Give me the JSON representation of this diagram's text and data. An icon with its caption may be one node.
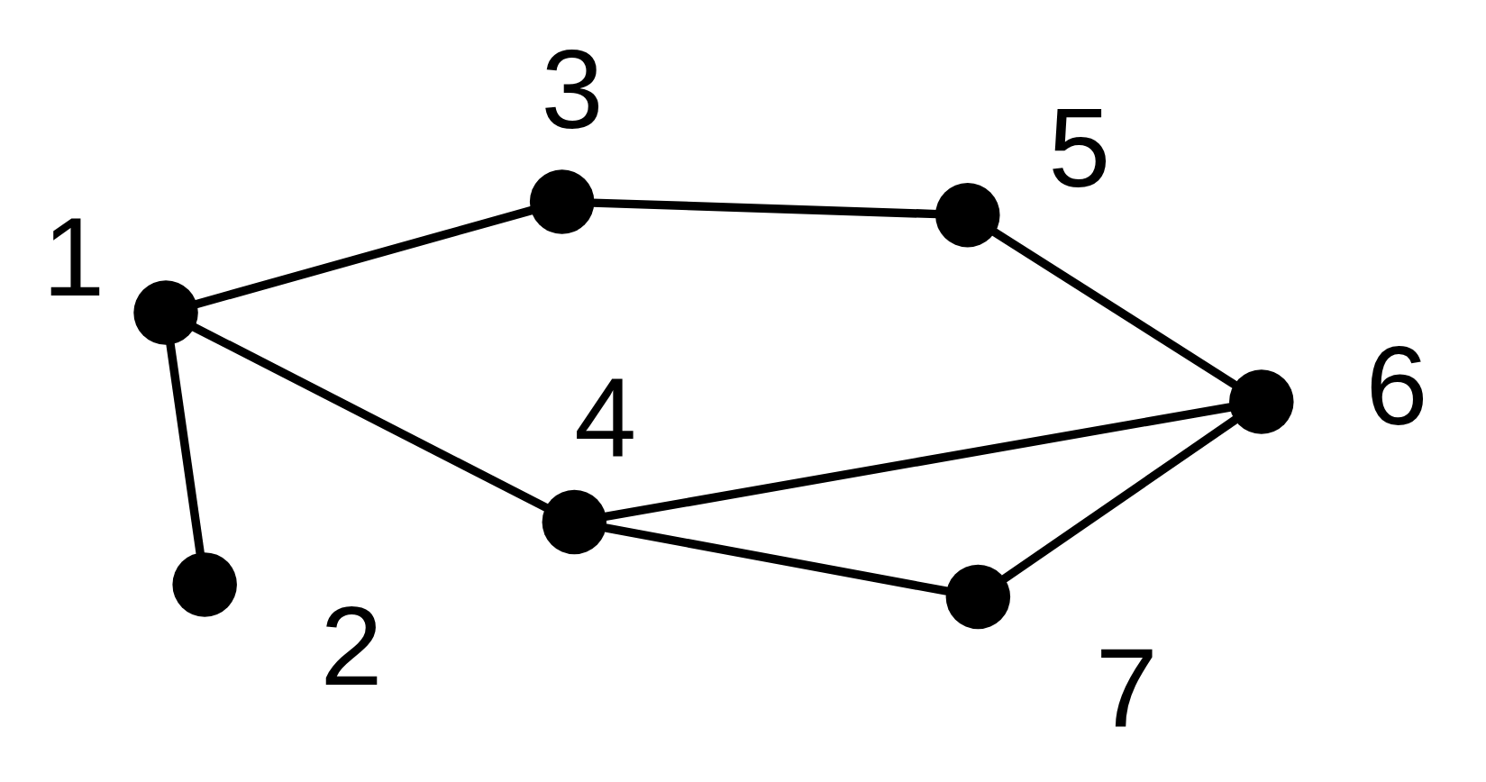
{
  "diagram": {
    "nodes": [
      {
        "text": [],
        "shape": "circle",
        "beside": [
          "1"
        ]
      },
      {
        "text": [],
        "shape": "circle",
        "beside": [
          "2"
        ]
      },
      {
        "text": [],
        "shape": "circle",
        "beside": [
          "3"
        ]
      },
      {
        "text": [],
        "shape": "circle",
        "beside": [
          "4"
        ]
      },
      {
        "text": [],
        "shape": "circle",
        "beside": [
          "5"
        ]
      },
      {
        "text": [],
        "shape": "circle",
        "beside": [
          "6"
        ]
      },
      {
        "text": [],
        "shape": "circle",
        "beside": [
          "7"
        ]
      }
    ],
    "edges": [
      {
        "from": 0,
        "to": 2,
        "arrow": "none"
      },
      {
        "from": 2,
        "to": 4,
        "arrow": "none"
      },
      {
        "from": 4,
        "to": 5,
        "arrow": "none"
      },
      {
        "from": 0,
        "to": 3,
        "arrow": "none"
      },
      {
        "from": 0,
        "to": 1,
        "arrow": "none"
      },
      {
        "from": 3,
        "to": 5,
        "arrow": "none"
      },
      {
        "from": 3,
        "to": 6,
        "arrow": "none"
      },
      {
        "from": 6,
        "to": 5,
        "arrow": "none"
      }
    ]
  }
}
